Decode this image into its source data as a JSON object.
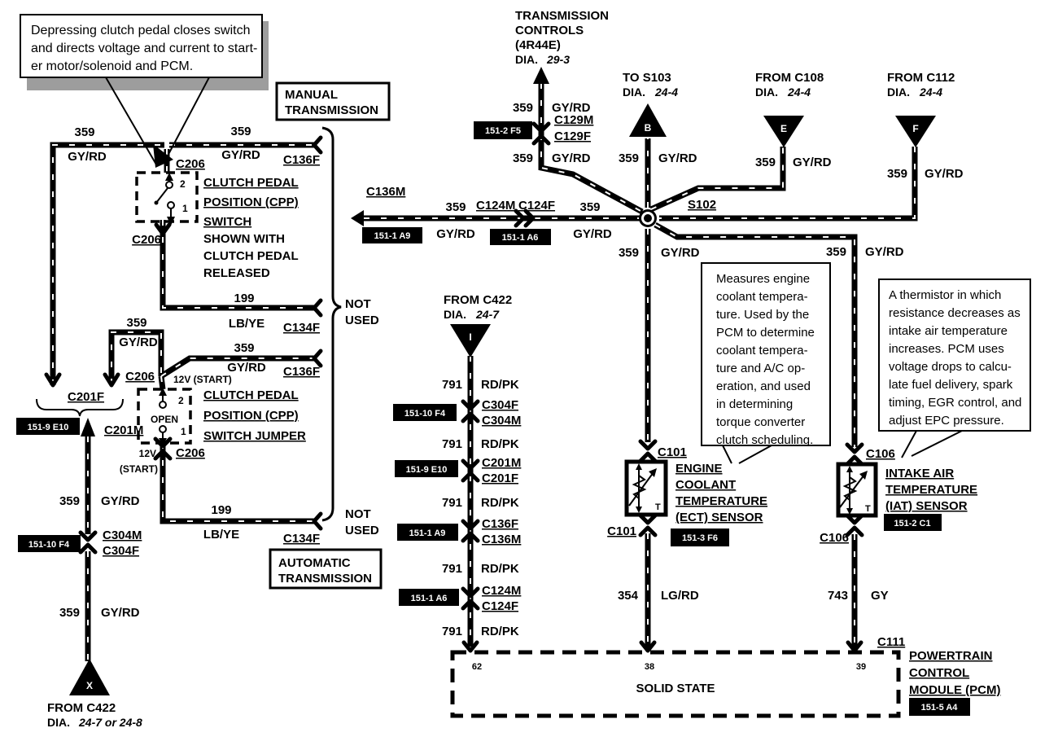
{
  "notes": {
    "cpp": {
      "lines": [
        "Depressing clutch pedal closes switch",
        "and directs voltage and current to start-",
        "er motor/solenoid and PCM."
      ]
    },
    "ect": {
      "lines": [
        "Measures engine",
        "coolant tempera-",
        "ture.  Used by the",
        "PCM to determine",
        "coolant tempera-",
        "ture and A/C op-",
        "eration, and used",
        "in determining",
        "torque converter",
        "clutch scheduling."
      ]
    },
    "iat": {
      "lines": [
        "A thermistor in which",
        "resistance decreases as",
        "intake air temperature",
        "increases. PCM uses",
        "voltage drops to calcu-",
        "late fuel delivery, spark",
        "timing, EGR control, and",
        "adjust EPC pressure."
      ]
    }
  },
  "boxes": {
    "manual": [
      "MANUAL",
      "TRANSMISSION"
    ],
    "automatic": [
      "AUTOMATIC",
      "TRANSMISSION"
    ]
  },
  "not_used": [
    "NOT",
    "USED"
  ],
  "offpage": {
    "trans_controls": {
      "lines": [
        "TRANSMISSION",
        "CONTROLS",
        "(4R44E)"
      ],
      "dia": "DIA.",
      "val": "29-3"
    },
    "s103": {
      "title": "TO S103",
      "dia": "DIA.",
      "val": "24-4",
      "letter": "B"
    },
    "c108": {
      "title": "FROM C108",
      "dia": "DIA.",
      "val": "24-4",
      "letter": "E"
    },
    "c112": {
      "title": "FROM C112",
      "dia": "DIA.",
      "val": "24-4",
      "letter": "F"
    },
    "c422m": {
      "title": "FROM C422",
      "dia": "DIA.",
      "val": "24-7",
      "letter": "I"
    },
    "c422b": {
      "title": "FROM C422",
      "dia": "DIA.",
      "val": "24-7 or 24-8",
      "letter": "X"
    }
  },
  "cpp_switch": {
    "name": [
      "CLUTCH PEDAL",
      "POSITION (CPP)",
      "SWITCH"
    ],
    "note": [
      "SHOWN WITH",
      "CLUTCH PEDAL",
      "RELEASED"
    ],
    "p2": "2",
    "p1": "1"
  },
  "cpp_jumper": {
    "name": [
      "CLUTCH PEDAL",
      "POSITION (CPP)",
      "SWITCH JUMPER"
    ],
    "open": "OPEN",
    "p2": "2",
    "p1": "1",
    "v12_start": "12V (START)",
    "v12": "12V",
    "start": "(START)"
  },
  "conn": {
    "c206": "C206",
    "c136f": "C136F",
    "c134f": "C134F",
    "c201f": "C201F",
    "c201m": "C201M",
    "c304m": "C304M",
    "c304f": "C304F",
    "c129m": "C129M",
    "c129f": "C129F",
    "c136m": "C136M",
    "c124m": "C124M",
    "c124f": "C124F",
    "c101": "C101",
    "c106": "C106",
    "c111": "C111",
    "s102": "S102"
  },
  "refs": {
    "f5": "151-2 F5",
    "a9": "151-1 A9",
    "a6": "151-1 A6",
    "e10": "151-9 E10",
    "f4": "151-10 F4",
    "f6": "151-3 F6",
    "c1": "151-2 C1",
    "a4": "151-5 A4"
  },
  "wire": {
    "n359": "359",
    "gyrd": "GY/RD",
    "n199": "199",
    "lbye": "LB/YE",
    "n791": "791",
    "rdpk": "RD/PK",
    "n354": "354",
    "lgrd": "LG/RD",
    "n743": "743",
    "gy": "GY"
  },
  "sensors": {
    "ect": {
      "name": [
        "ENGINE",
        "COOLANT",
        "TEMPERATURE",
        "(ECT) SENSOR"
      ],
      "t": "T"
    },
    "iat": {
      "name": [
        "INTAKE AIR",
        "TEMPERATURE",
        "(IAT) SENSOR"
      ],
      "t": "T"
    }
  },
  "pcm": {
    "name": [
      "POWERTRAIN",
      "CONTROL",
      "MODULE (PCM)"
    ],
    "solid_state": "SOLID STATE",
    "p62": "62",
    "p38": "38",
    "p39": "39"
  }
}
